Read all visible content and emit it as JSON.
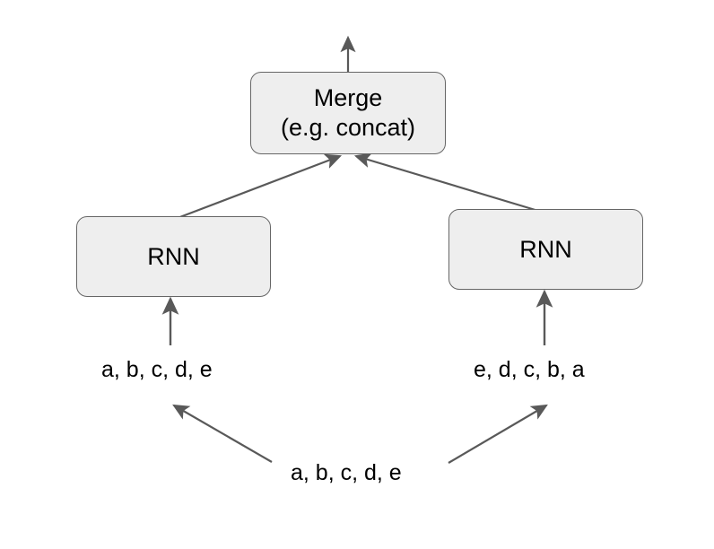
{
  "diagram": {
    "title": "Bidirectional RNN sequence merge diagram",
    "background_color": "#ffffff",
    "node_fill_color": "#eeeeee",
    "node_border_color": "#666666",
    "connector_color": "#595959",
    "text_color": "#000000",
    "nodes": {
      "merge": {
        "line1": "Merge",
        "line2": "(e.g. concat)"
      },
      "rnn_left": {
        "label": "RNN"
      },
      "rnn_right": {
        "label": "RNN"
      }
    },
    "labels": {
      "forward_sequence": "a, b, c, d, e",
      "reversed_sequence": "e, d, c, b, a",
      "source_sequence": "a, b, c, d, e"
    },
    "connectors": [
      {
        "name": "merge-output-arrow",
        "from": "merge-top",
        "to": "output",
        "direction": "up"
      },
      {
        "name": "rnn-left-to-merge-arrow",
        "from": "rnn-left-top",
        "to": "merge-bottom",
        "direction": "up-right"
      },
      {
        "name": "rnn-right-to-merge-arrow",
        "from": "rnn-right-top",
        "to": "merge-bottom",
        "direction": "up-left"
      },
      {
        "name": "forward-seq-to-rnn-left-arrow",
        "from": "forward-sequence",
        "to": "rnn-left-bottom",
        "direction": "up"
      },
      {
        "name": "reversed-seq-to-rnn-right-arrow",
        "from": "reversed-sequence",
        "to": "rnn-right-bottom",
        "direction": "up"
      },
      {
        "name": "source-to-forward-seq-arrow",
        "from": "source-sequence",
        "to": "forward-sequence",
        "direction": "up-left"
      },
      {
        "name": "source-to-reversed-seq-arrow",
        "from": "source-sequence",
        "to": "reversed-sequence",
        "direction": "up-right"
      }
    ]
  }
}
